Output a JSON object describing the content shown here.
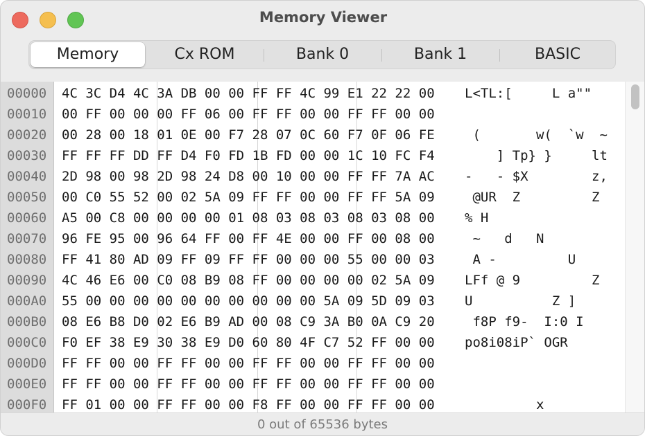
{
  "window": {
    "title": "Memory Viewer"
  },
  "tabs": [
    {
      "label": "Memory",
      "active": true
    },
    {
      "label": "Cx ROM",
      "active": false
    },
    {
      "label": "Bank 0",
      "active": false
    },
    {
      "label": "Bank 1",
      "active": false
    },
    {
      "label": "BASIC",
      "active": false
    }
  ],
  "rows": [
    {
      "addr": "00000",
      "bytes": "4C 3C D4 4C 3A DB 00 00 FF FF 4C 99 E1 22 22 00",
      "ascii": "L<TL:[     L a\"\""
    },
    {
      "addr": "00010",
      "bytes": "00 FF 00 00 00 FF 06 00 FF FF 00 00 FF FF 00 00",
      "ascii": ""
    },
    {
      "addr": "00020",
      "bytes": "00 28 00 18 01 0E 00 F7 28 07 0C 60 F7 0F 06 FE",
      "ascii": " (       w(  `w  ~"
    },
    {
      "addr": "00030",
      "bytes": "FF FF FF DD FF D4 F0 FD 1B FD 00 00 1C 10 FC F4",
      "ascii": "    ] Tp} }     lt"
    },
    {
      "addr": "00040",
      "bytes": "2D 98 00 98 2D 98 24 D8 00 10 00 00 FF FF 7A AC",
      "ascii": "-   - $X        z,"
    },
    {
      "addr": "00050",
      "bytes": "00 C0 55 52 00 02 5A 09 FF FF 00 00 FF FF 5A 09",
      "ascii": " @UR  Z         Z"
    },
    {
      "addr": "00060",
      "bytes": "A5 00 C8 00 00 00 00 01 08 03 08 03 08 03 08 00",
      "ascii": "% H"
    },
    {
      "addr": "00070",
      "bytes": "96 FE 95 00 96 64 FF 00 FF 4E 00 00 FF 00 08 00",
      "ascii": " ~   d   N"
    },
    {
      "addr": "00080",
      "bytes": "FF 41 80 AD 09 FF 09 FF FF 00 00 00 55 00 00 03",
      "ascii": " A -         U"
    },
    {
      "addr": "00090",
      "bytes": "4C 46 E6 00 C0 08 B9 08 FF 00 00 00 00 02 5A 09",
      "ascii": "LFf @ 9         Z"
    },
    {
      "addr": "000A0",
      "bytes": "55 00 00 00 00 00 00 00 00 00 00 5A 09 5D 09 03",
      "ascii": "U          Z ]"
    },
    {
      "addr": "000B0",
      "bytes": "08 E6 B8 D0 02 E6 B9 AD 00 08 C9 3A B0 0A C9 20",
      "ascii": " f8P f9-  I:0 I"
    },
    {
      "addr": "000C0",
      "bytes": "F0 EF 38 E9 30 38 E9 D0 60 80 4F C7 52 FF 00 00",
      "ascii": "po8i08iP` OGR"
    },
    {
      "addr": "000D0",
      "bytes": "FF FF 00 00 FF FF 00 00 FF FF 00 00 FF FF 00 00",
      "ascii": ""
    },
    {
      "addr": "000E0",
      "bytes": "FF FF 00 00 FF FF 00 00 FF FF 00 00 FF FF 00 00",
      "ascii": ""
    },
    {
      "addr": "000F0",
      "bytes": "FF 01 00 00 FF FF 00 00 F8 FF 00 00 FF FF 00 00",
      "ascii": "         x"
    }
  ],
  "status": {
    "text": "0 out of 65536 bytes"
  }
}
